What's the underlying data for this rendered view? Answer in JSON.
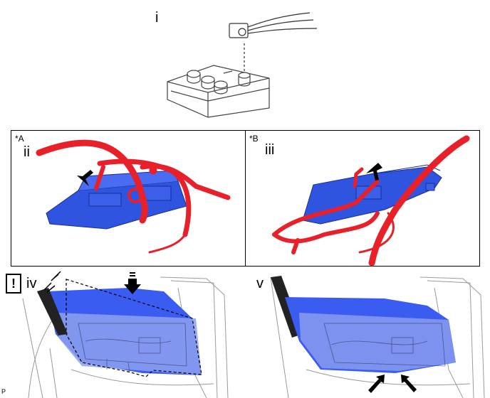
{
  "labels": {
    "step1": "i",
    "step2": "ii",
    "step3": "iii",
    "step4": "iv",
    "step5": "v",
    "panelA": "*A",
    "panelB": "*B",
    "warning": "!",
    "corner": "P"
  },
  "colors": {
    "harness_red": "#e8202a",
    "switch_blue": "#2f55e0",
    "glass_blue": "#3a5cf0",
    "line_gray": "#555555"
  },
  "icons": [
    "battery-terminal-icon",
    "arrow-icon",
    "warning-icon",
    "tool-icon",
    "press-down-arrow-icon"
  ]
}
